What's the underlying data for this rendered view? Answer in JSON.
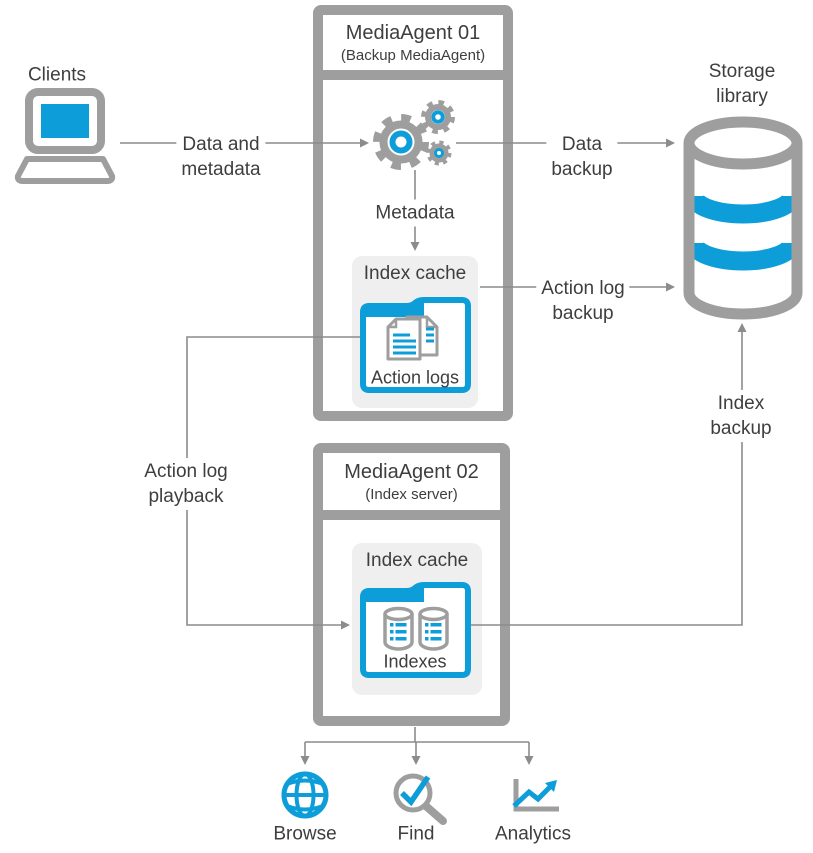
{
  "colors": {
    "accent_blue": "#0d9dd9",
    "border_gray": "#9e9e9e",
    "line_gray": "#8c8c8c",
    "text": "#3e3e3e",
    "panel_bg": "#efefef"
  },
  "clients": {
    "label": "Clients",
    "icon": "laptop-icon"
  },
  "media_agent_01": {
    "title": "MediaAgent 01",
    "subtitle": "(Backup MediaAgent)",
    "process_icon": "gears-icon",
    "index_cache": {
      "label": "Index cache",
      "folder_icon": "folder-icon",
      "contents_icon": "documents-icon",
      "contents_label": "Action logs"
    }
  },
  "media_agent_02": {
    "title": "MediaAgent 02",
    "subtitle": "(Index server)",
    "index_cache": {
      "label": "Index cache",
      "folder_icon": "folder-icon",
      "contents_icon": "index-databases-icon",
      "contents_label": "Indexes"
    }
  },
  "storage_library": {
    "label": "Storage\nlibrary",
    "icon": "database-cylinder-icon"
  },
  "flows": {
    "data_and_metadata": "Data and\nmetadata",
    "data_backup": "Data\nbackup",
    "metadata": "Metadata",
    "action_log_backup": "Action log\nbackup",
    "index_backup": "Index\nbackup",
    "action_log_playback": "Action log\nplayback"
  },
  "outputs": [
    {
      "label": "Browse",
      "icon": "globe-icon"
    },
    {
      "label": "Find",
      "icon": "search-check-icon"
    },
    {
      "label": "Analytics",
      "icon": "chart-line-icon"
    }
  ]
}
